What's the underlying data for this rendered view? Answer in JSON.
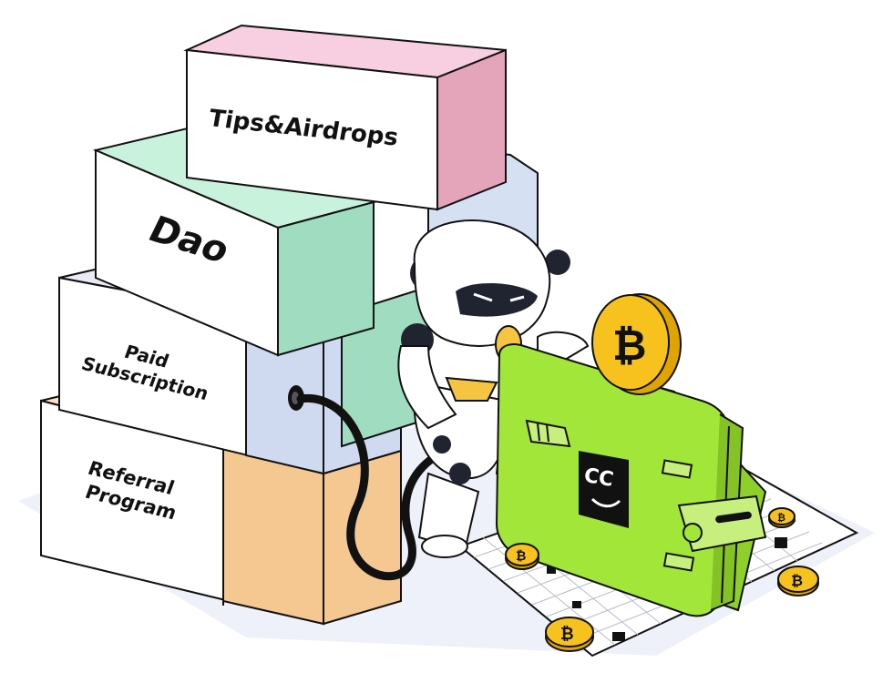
{
  "boxes": {
    "tips": "Tips&Airdrops",
    "dao": "Dao",
    "paid_line1": "Paid",
    "paid_line2": "Subscription",
    "referral_line1": "Referral",
    "referral_line2": "Program"
  },
  "wallet": {
    "badge_text": "CC"
  },
  "coin": {
    "symbol": "₿"
  },
  "colors": {
    "pink": "#e4a5ba",
    "mint": "#9fdcc0",
    "peach": "#f4c890",
    "lavender": "#cfdaf0",
    "wallet_green": "#a3e63a",
    "coin_gold": "#f7c21e",
    "robot_visor": "#f5c542"
  }
}
